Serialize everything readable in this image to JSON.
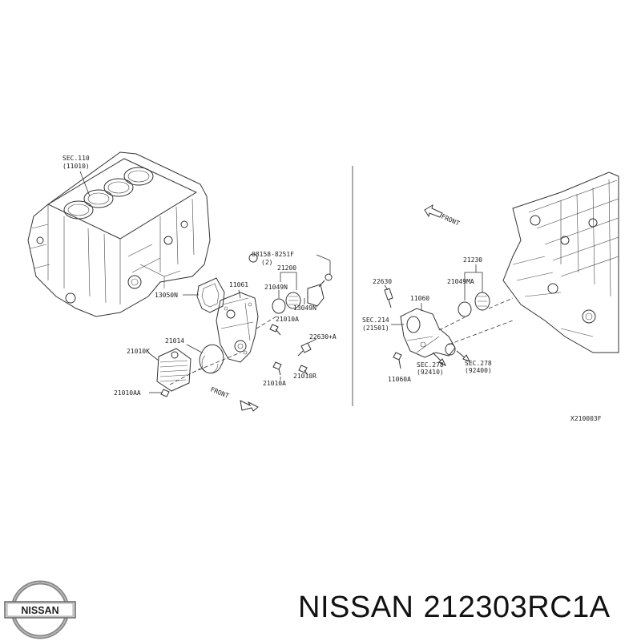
{
  "labels": {
    "sec110": "SEC.110",
    "sec110_code": "(11010)",
    "p08158": "08158-8251F",
    "p08158_qty": "(2)",
    "p21200": "21200",
    "p21049n": "21049N",
    "p13049n": "13049N",
    "p11061": "11061",
    "p13050n": "13050N",
    "p21010a_1": "21010A",
    "p22630a": "22630+A",
    "p21014": "21014",
    "p21010k": "21010K",
    "p21010r": "21010R",
    "p21010a_2": "21010A",
    "p21010aa": "21010AA",
    "front_left": "FRONT",
    "front_right": "FRONT",
    "p21230": "21230",
    "p21049ma": "21049MA",
    "p22630": "22630",
    "p11060": "11060",
    "sec214": "SEC.214",
    "sec214_code": "(21501)",
    "sec278_a": "SEC.278",
    "sec278_a_code": "(92410)",
    "sec278_b": "SEC.278",
    "sec278_b_code": "(92400)",
    "p11060a": "11060A",
    "drawing_code": "X210003F"
  },
  "brand": {
    "logo_text": "NISSAN",
    "name": "NISSAN",
    "part_number": "212303RC1A"
  }
}
